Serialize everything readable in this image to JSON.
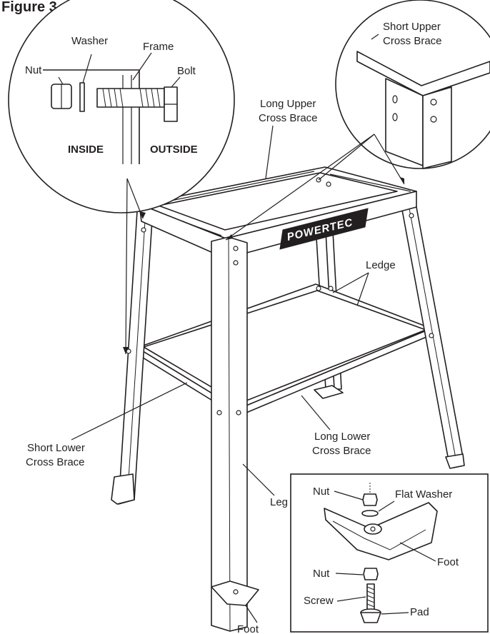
{
  "figure": {
    "title": "Figure 3"
  },
  "brand": {
    "logo_text": "POWERTEC"
  },
  "labels": {
    "washer": "Washer",
    "frame": "Frame",
    "nut_detail": "Nut",
    "bolt": "Bolt",
    "inside": "INSIDE",
    "outside": "OUTSIDE",
    "short_upper_l1": "Short Upper",
    "short_upper_l2": "Cross Brace",
    "long_upper_l1": "Long Upper",
    "long_upper_l2": "Cross Brace",
    "ledge": "Ledge",
    "short_lower_l1": "Short Lower",
    "short_lower_l2": "Cross Brace",
    "long_lower_l1": "Long Lower",
    "long_lower_l2": "Cross Brace",
    "leg": "Leg",
    "foot_bottom": "Foot",
    "inset_nut_top": "Nut",
    "flat_washer": "Flat Washer",
    "inset_foot": "Foot",
    "inset_nut_mid": "Nut",
    "screw": "Screw",
    "pad": "Pad"
  }
}
